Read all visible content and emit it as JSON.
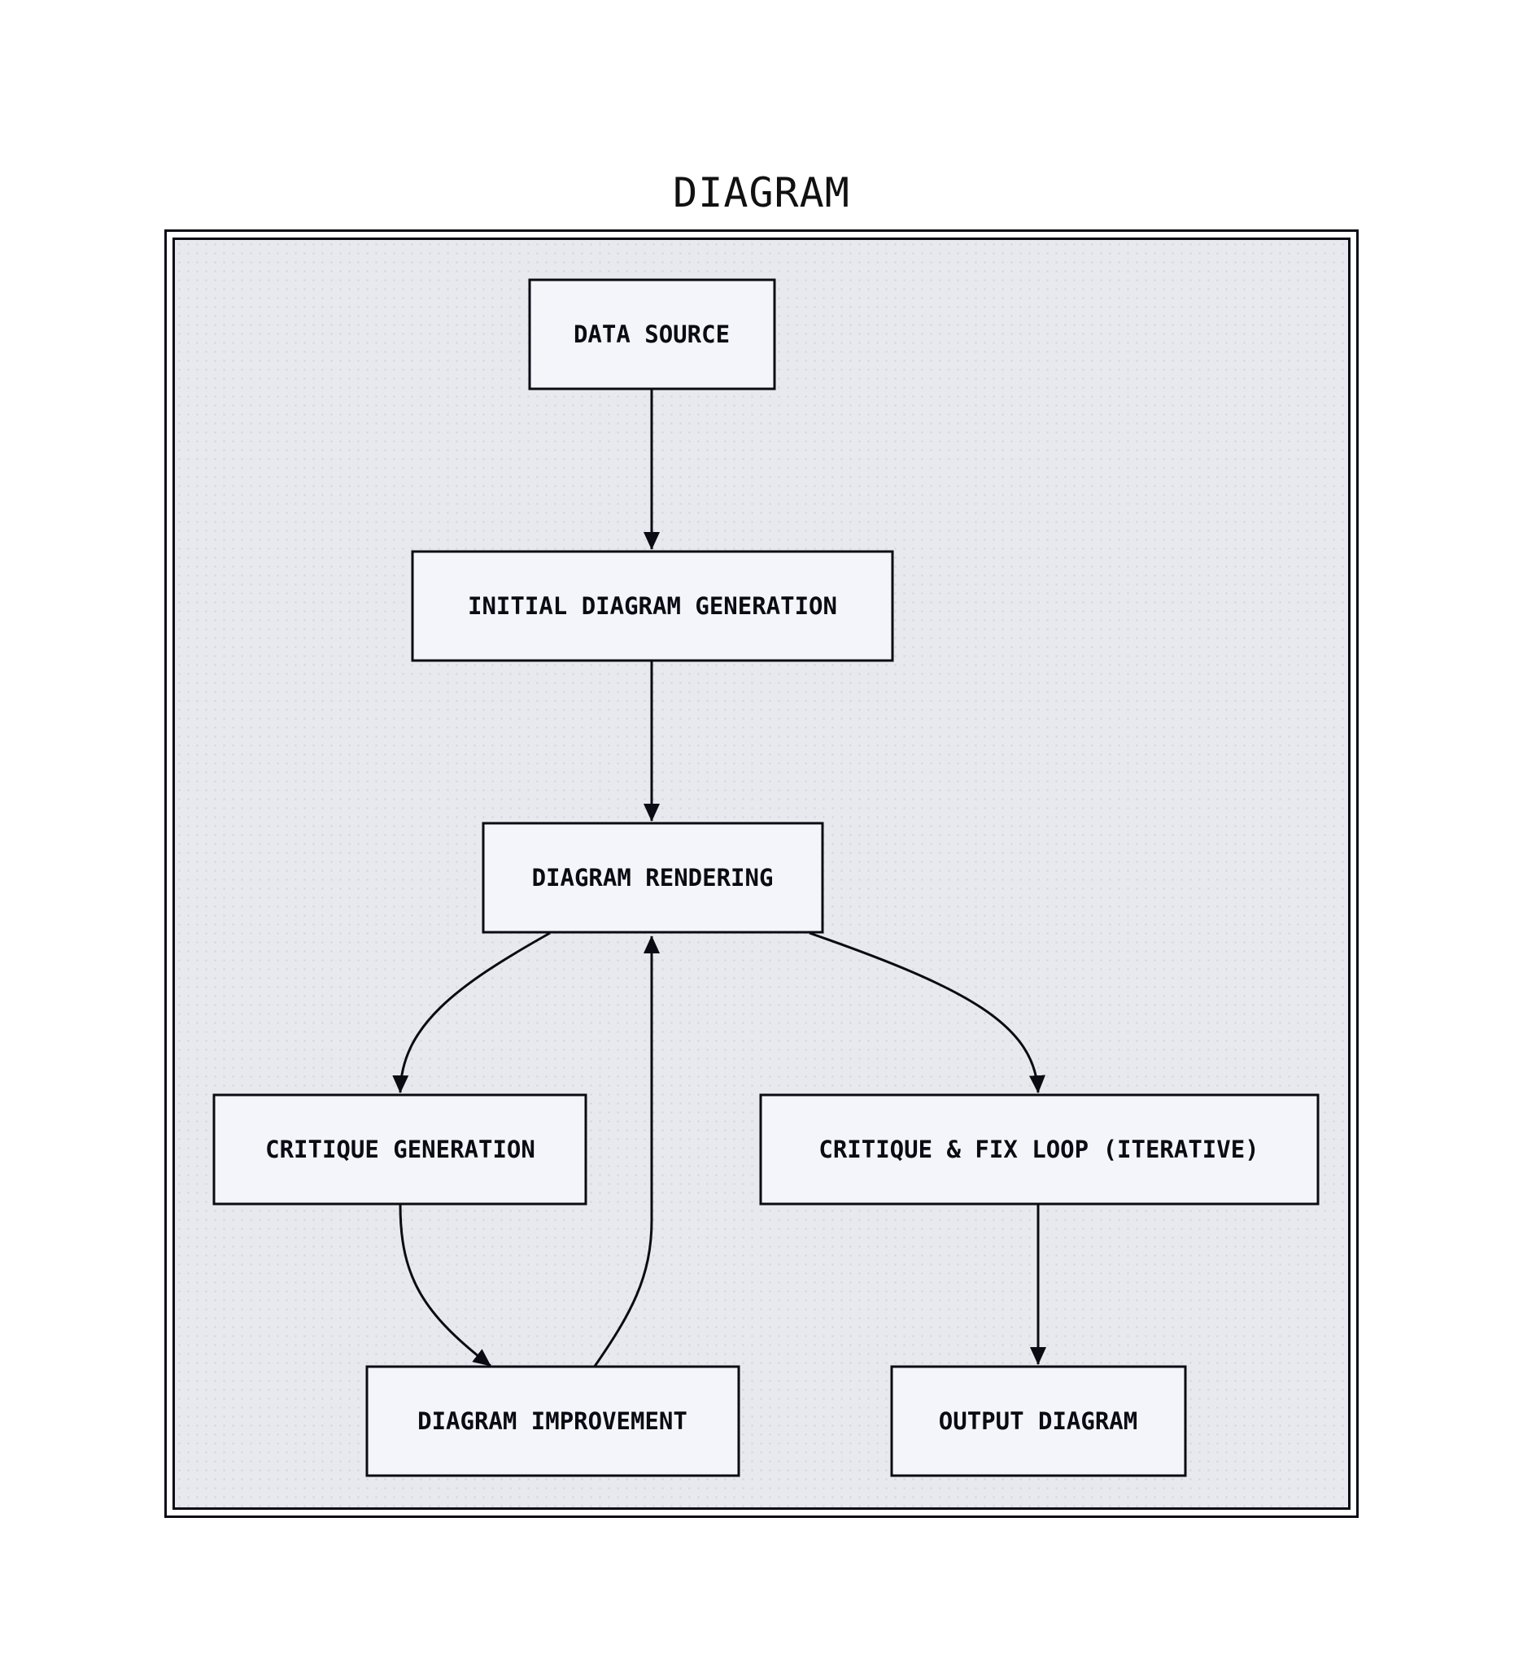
{
  "title": "DIAGRAM",
  "colors": {
    "background": "#ffffff",
    "panel": "#e8e9ee",
    "node_fill": "#f4f5fa",
    "stroke": "#0b0b14"
  },
  "nodes": {
    "data_source": "DATA SOURCE",
    "initial_generation": "INITIAL DIAGRAM GENERATION",
    "rendering": "DIAGRAM RENDERING",
    "critique_generation": "CRITIQUE GENERATION",
    "critique_fix_loop": "CRITIQUE & FIX LOOP (ITERATIVE)",
    "improvement": "DIAGRAM IMPROVEMENT",
    "output": "OUTPUT DIAGRAM"
  },
  "edges": [
    {
      "from": "DATA SOURCE",
      "to": "INITIAL DIAGRAM GENERATION"
    },
    {
      "from": "INITIAL DIAGRAM GENERATION",
      "to": "DIAGRAM RENDERING"
    },
    {
      "from": "DIAGRAM RENDERING",
      "to": "CRITIQUE GENERATION"
    },
    {
      "from": "DIAGRAM RENDERING",
      "to": "CRITIQUE & FIX LOOP (ITERATIVE)"
    },
    {
      "from": "CRITIQUE GENERATION",
      "to": "DIAGRAM IMPROVEMENT"
    },
    {
      "from": "DIAGRAM IMPROVEMENT",
      "to": "DIAGRAM RENDERING"
    },
    {
      "from": "CRITIQUE & FIX LOOP (ITERATIVE)",
      "to": "OUTPUT DIAGRAM"
    }
  ]
}
